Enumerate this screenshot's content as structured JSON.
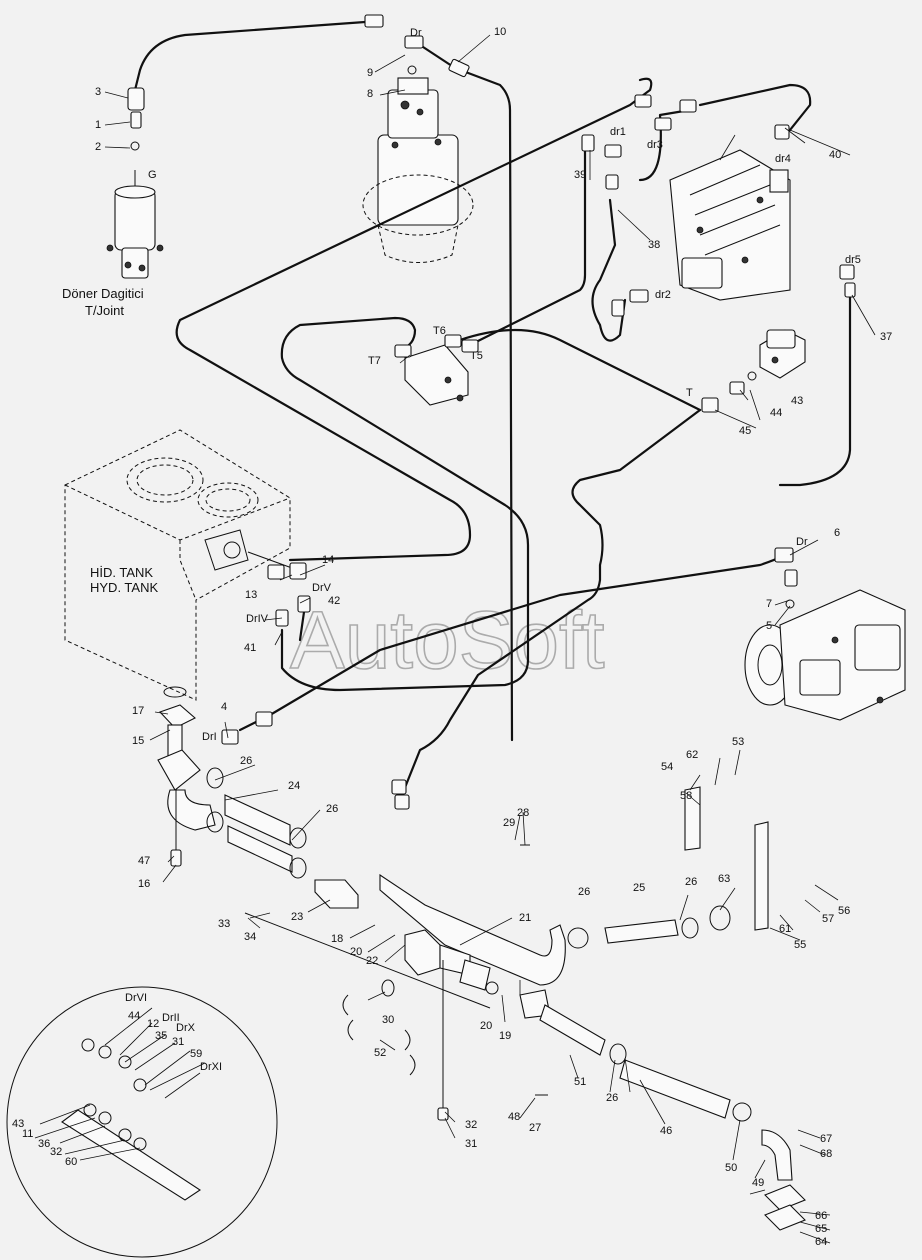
{
  "captions": {
    "swivel_tr": "Döner Dagitici",
    "swivel_en": "T/Joint",
    "tank_tr": "HİD. TANK",
    "tank_en": "HYD. TANK"
  },
  "watermark": "AutoSoft",
  "port_labels": [
    "Dr",
    "G",
    "dr1",
    "dr3",
    "dr4",
    "dr2",
    "dr5",
    "T6",
    "T7",
    "T5",
    "T",
    "Dr",
    "DrV",
    "DrIV",
    "DrI",
    "DrVI",
    "DrII",
    "DrX",
    "DrXI"
  ],
  "part_numbers": [
    "1",
    "2",
    "3",
    "4",
    "5",
    "6",
    "7",
    "8",
    "9",
    "10",
    "11",
    "12",
    "13",
    "14",
    "15",
    "16",
    "17",
    "18",
    "19",
    "20",
    "20",
    "21",
    "22",
    "23",
    "24",
    "25",
    "26",
    "26",
    "26",
    "26",
    "26",
    "27",
    "28",
    "29",
    "30",
    "31",
    "31",
    "32",
    "32",
    "33",
    "34",
    "35",
    "36",
    "37",
    "38",
    "39",
    "40",
    "41",
    "42",
    "43",
    "43",
    "44",
    "44",
    "45",
    "46",
    "47",
    "48",
    "49",
    "50",
    "51",
    "52",
    "53",
    "54",
    "55",
    "56",
    "57",
    "58",
    "59",
    "60",
    "61",
    "62",
    "63",
    "64",
    "65",
    "66",
    "67",
    "68"
  ],
  "colors": {
    "line": "#111111",
    "background": "#f2f2f2",
    "watermark": "#9a9a9a"
  }
}
